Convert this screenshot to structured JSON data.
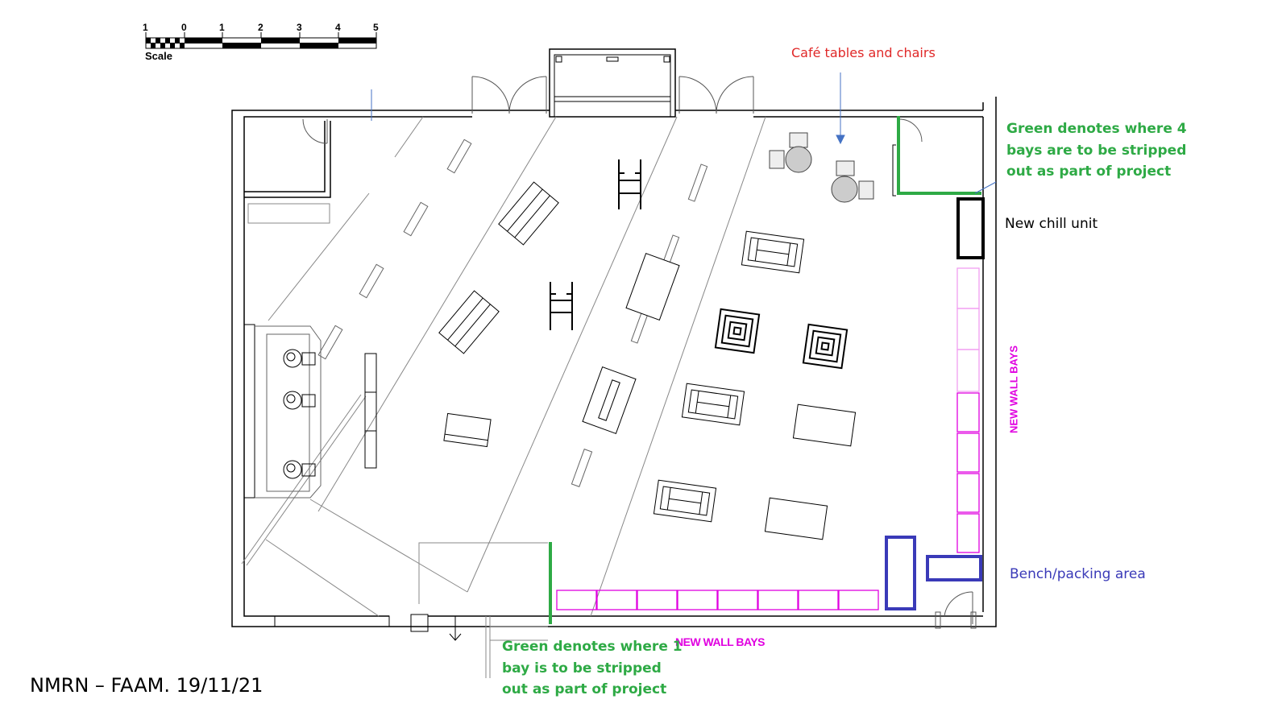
{
  "scale": {
    "label": "Scale",
    "ticks": [
      "1",
      "0",
      "1",
      "2",
      "3",
      "4",
      "5"
    ]
  },
  "annotations": {
    "cafe": "Café tables and chairs",
    "green_top": [
      "Green denotes where 4",
      "bays are to be stripped",
      "out as part of project"
    ],
    "chill_unit": "New chill unit",
    "wall_bays_right": "NEW WALL BAYS",
    "bench": "Bench/packing area",
    "wall_bays_bottom": "NEW WALL BAYS",
    "green_bottom": [
      "Green denotes where 1",
      "bay is to be stripped",
      "out as part of project"
    ]
  },
  "title": "NMRN – FAAM.  19/11/21",
  "colors": {
    "green": "#2eaa45",
    "magenta": "#e000e0",
    "blue": "#3a3ab8",
    "red": "#e02828",
    "arrow": "#4472c4"
  }
}
